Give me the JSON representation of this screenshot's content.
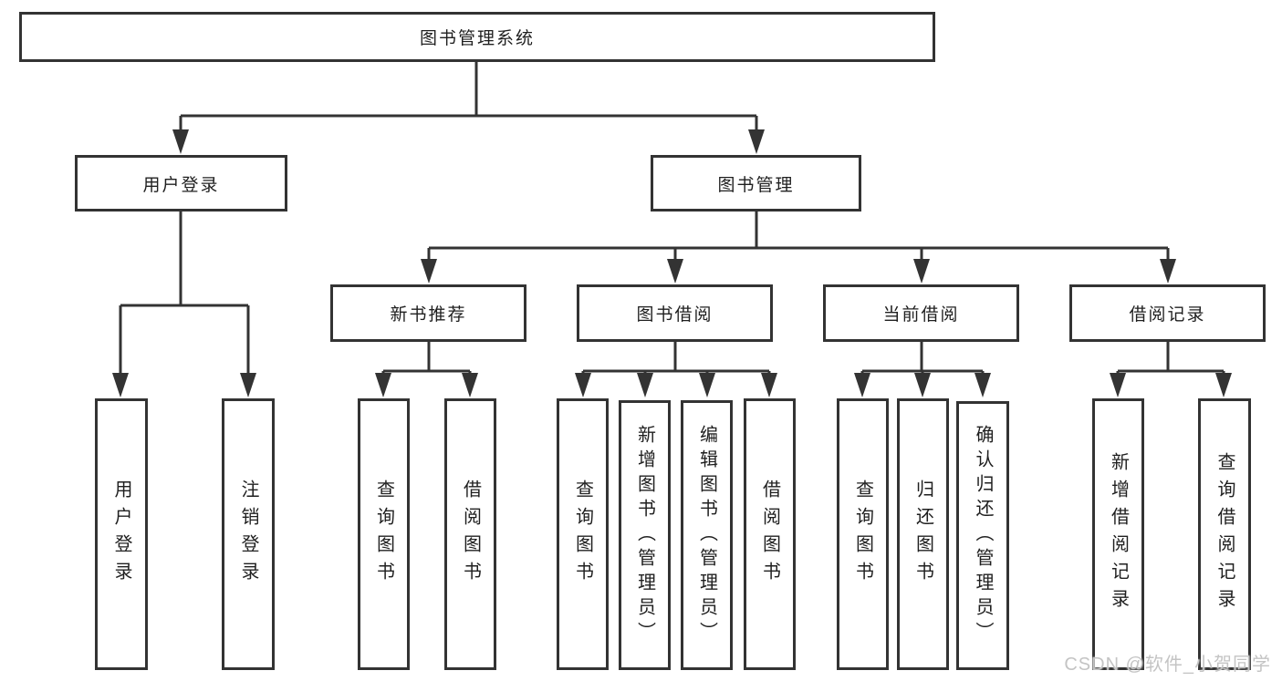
{
  "tree": {
    "root": "图书管理系统",
    "children": [
      {
        "label": "用户登录",
        "children": [
          "用户登录",
          "注销登录"
        ]
      },
      {
        "label": "图书管理",
        "children": [
          {
            "label": "新书推荐",
            "children": [
              "查询图书",
              "借阅图书"
            ]
          },
          {
            "label": "图书借阅",
            "children": [
              "查询图书",
              "新增图书（管理员）",
              "编辑图书（管理员）",
              "借阅图书"
            ]
          },
          {
            "label": "当前借阅",
            "children": [
              "查询图书",
              "归还图书",
              "确认归还（管理员）"
            ]
          },
          {
            "label": "借阅记录",
            "children": [
              "新增借阅记录",
              "查询借阅记录"
            ]
          }
        ]
      }
    ]
  },
  "watermark": {
    "text": "CSDN @软件_小贺同学"
  },
  "colors": {
    "line": "#333333",
    "box_border": "#333333",
    "box_fill": "#ffffff",
    "text": "#1f1f1f",
    "watermark": "#c4c4c4"
  }
}
